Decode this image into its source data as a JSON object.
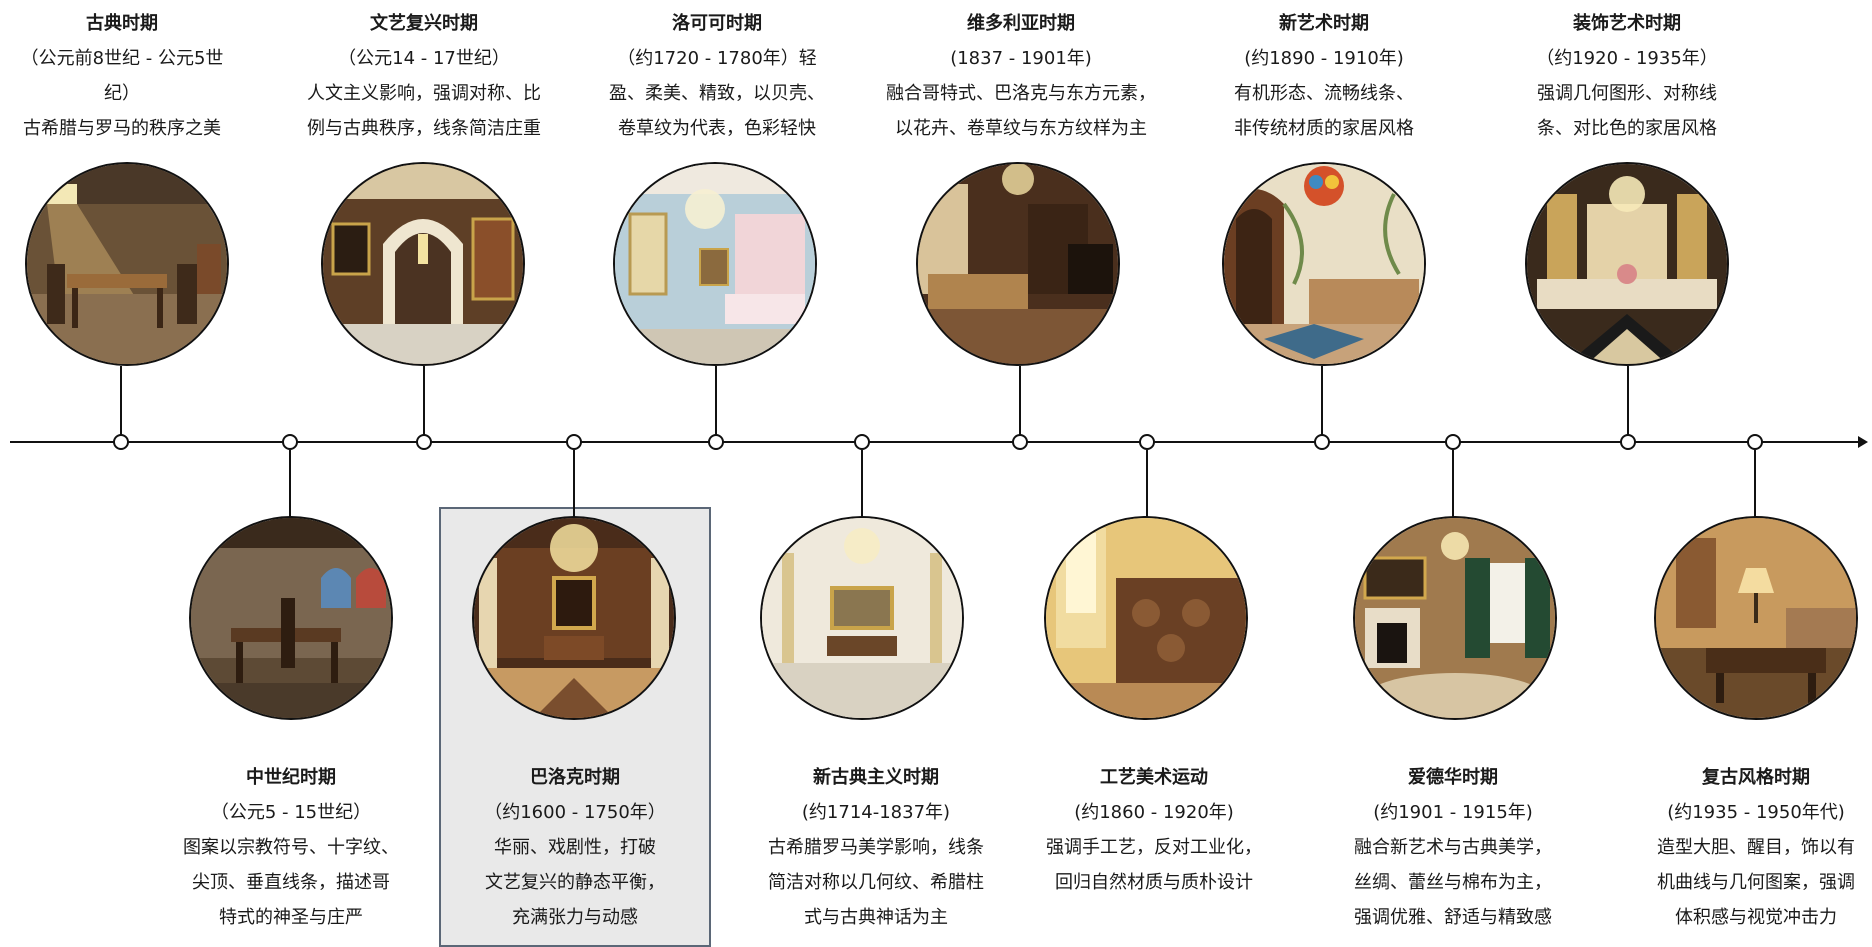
{
  "periods": [
    {
      "id": "classical",
      "title": "古典时期",
      "lines": [
        "（公元前8世纪 - 公元5世",
        "纪）",
        "古希腊与罗马的秩序之美"
      ],
      "image": "classical-room-image"
    },
    {
      "id": "medieval",
      "title": "中世纪时期",
      "lines": [
        "（公元5 - 15世纪）",
        "图案以宗教符号、十字纹、",
        "尖顶、垂直线条，描述哥",
        "特式的神圣与庄严"
      ],
      "image": "medieval-room-image"
    },
    {
      "id": "renaissance",
      "title": "文艺复兴时期",
      "lines": [
        "（公元14 - 17世纪）",
        "人文主义影响，强调对称、比",
        "例与古典秩序，线条简洁庄重"
      ],
      "image": "renaissance-room-image"
    },
    {
      "id": "baroque",
      "title": "巴洛克时期",
      "lines": [
        "（约1600 - 1750年）",
        "华丽、戏剧性，打破",
        "文艺复兴的静态平衡，",
        "充满张力与动感"
      ],
      "image": "baroque-room-image"
    },
    {
      "id": "rococo",
      "title": "洛可可时期",
      "lines": [
        "（约1720 - 1780年）轻",
        "盈、柔美、精致，以贝壳、",
        "卷草纹为代表，色彩轻快"
      ],
      "image": "rococo-room-image"
    },
    {
      "id": "neoclassical",
      "title": "新古典主义时期",
      "lines": [
        "(约1714-1837年)",
        "古希腊罗马美学影响，线条",
        "简洁对称以几何纹、希腊柱",
        "式与古典神话为主"
      ],
      "image": "neoclassical-room-image"
    },
    {
      "id": "victorian",
      "title": "维多利亚时期",
      "lines": [
        "(1837 - 1901年)",
        "融合哥特式、巴洛克与东方元素，",
        "以花卉、卷草纹与东方纹样为主"
      ],
      "image": "victorian-room-image"
    },
    {
      "id": "arts-crafts",
      "title": "工艺美术运动",
      "lines": [
        "(约1860 - 1920年)",
        "强调手工艺，反对工业化，",
        "回归自然材质与质朴设计"
      ],
      "image": "arts-crafts-room-image"
    },
    {
      "id": "art-nouveau",
      "title": "新艺术时期",
      "lines": [
        "(约1890 - 1910年)",
        "有机形态、流畅线条、",
        "非传统材质的家居风格"
      ],
      "image": "art-nouveau-room-image"
    },
    {
      "id": "edwardian",
      "title": "爱德华时期",
      "lines": [
        "(约1901 - 1915年)",
        "融合新艺术与古典美学，",
        "丝绸、蕾丝与棉布为主，",
        "强调优雅、舒适与精致感"
      ],
      "image": "edwardian-room-image"
    },
    {
      "id": "art-deco",
      "title": "装饰艺术时期",
      "lines": [
        "（约1920 - 1935年）",
        "强调几何图形、对称线",
        "条、对比色的家居风格"
      ],
      "image": "art-deco-room-image"
    },
    {
      "id": "retro",
      "title": "复古风格时期",
      "lines": [
        "(约1935 - 1950年代)",
        "造型大胆、醒目，饰以有",
        "机曲线与几何图案，强调",
        "体积感与视觉冲击力"
      ],
      "image": "retro-room-image"
    }
  ],
  "colors": {
    "line": "#111111",
    "highlight_bg": "#e9e9e9",
    "highlight_border": "#5b6777"
  }
}
